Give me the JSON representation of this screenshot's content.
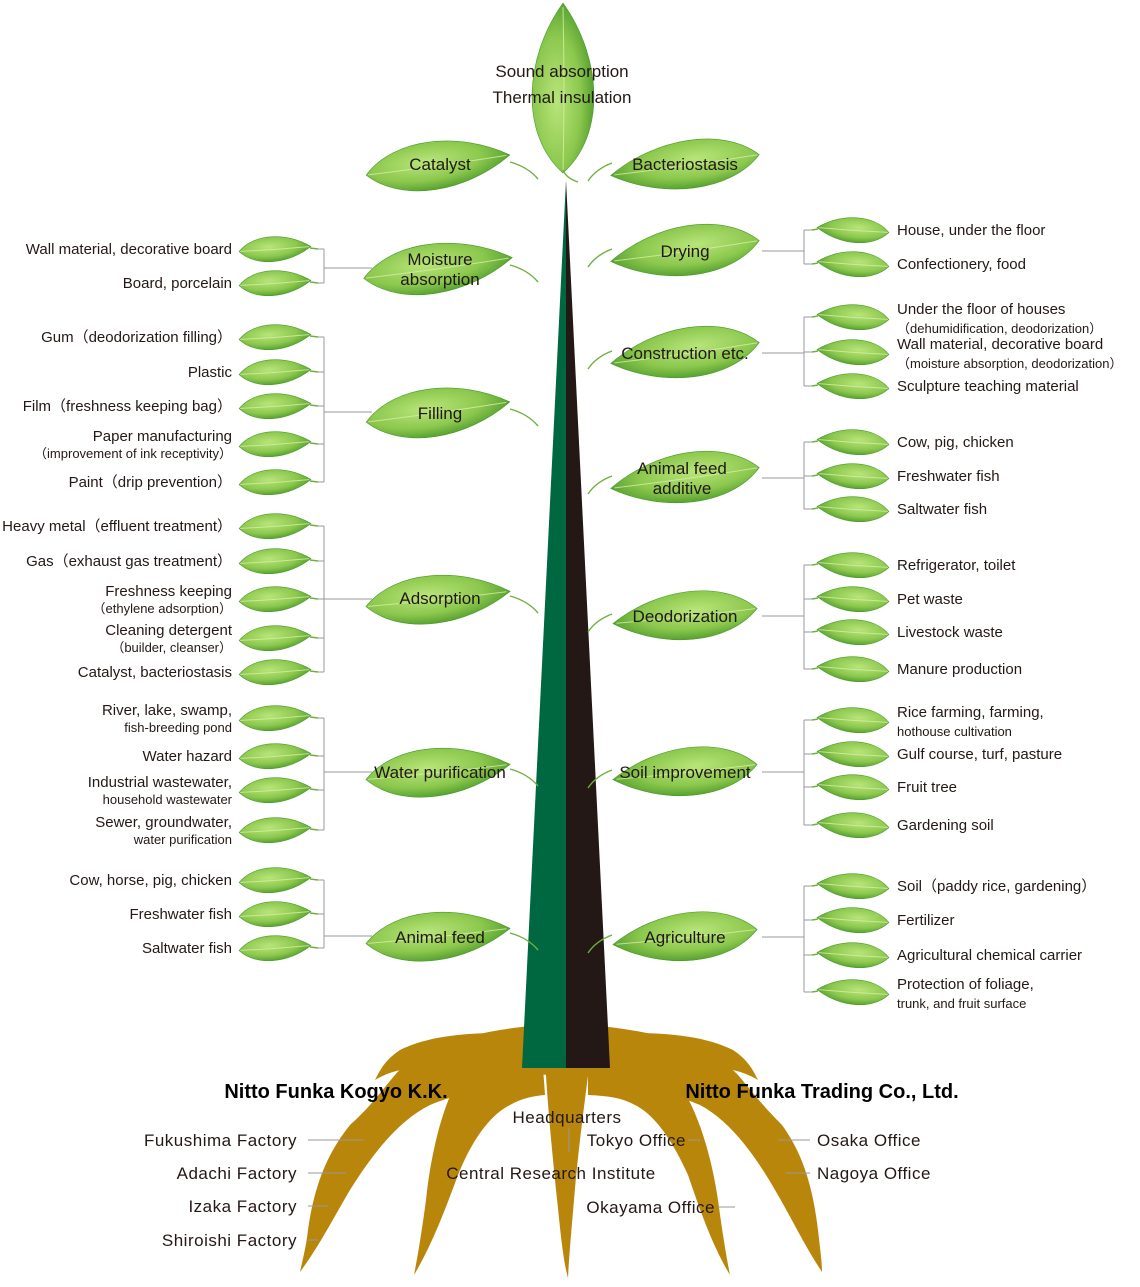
{
  "colors": {
    "leaf_light": "#a6d85e",
    "leaf_dark": "#3f8f23",
    "vein": "#d8eea8",
    "trunk_left": "#006840",
    "trunk_right": "#231815",
    "root": "#b8860b",
    "connector": "#9a9a9a"
  },
  "icons": {
    "leaf": "leaf-icon",
    "trunk": "tree-trunk",
    "roots": "tree-roots"
  },
  "top": {
    "line1": "Sound absorption",
    "line2": "Thermal insulation"
  },
  "left": [
    {
      "label": "Catalyst",
      "items": []
    },
    {
      "label": "Moisture absorption",
      "lines": [
        "Moisture",
        "absorption"
      ],
      "items": [
        {
          "lines": [
            "Wall material, decorative board"
          ]
        },
        {
          "lines": [
            "Board, porcelain"
          ]
        }
      ]
    },
    {
      "label": "Filling",
      "items": [
        {
          "lines": [
            "Gum（deodorization filling）"
          ]
        },
        {
          "lines": [
            "Plastic"
          ]
        },
        {
          "lines": [
            "Film（freshness keeping bag）"
          ]
        },
        {
          "lines": [
            "Paper manufacturing",
            "（improvement of ink receptivity）"
          ]
        },
        {
          "lines": [
            "Paint（drip prevention）"
          ]
        }
      ]
    },
    {
      "label": "Adsorption",
      "items": [
        {
          "lines": [
            "Heavy metal（effluent treatment）"
          ]
        },
        {
          "lines": [
            "Gas（exhaust gas treatment）"
          ]
        },
        {
          "lines": [
            "Freshness keeping",
            "（ethylene adsorption）"
          ]
        },
        {
          "lines": [
            "Cleaning detergent",
            "（builder, cleanser）"
          ]
        },
        {
          "lines": [
            "Catalyst, bacteriostasis"
          ]
        }
      ]
    },
    {
      "label": "Water purification",
      "items": [
        {
          "lines": [
            "River, lake, swamp,",
            "fish-breeding pond"
          ]
        },
        {
          "lines": [
            "Water hazard"
          ]
        },
        {
          "lines": [
            "Industrial wastewater,",
            "household wastewater"
          ]
        },
        {
          "lines": [
            "Sewer, groundwater,",
            "water purification"
          ]
        }
      ]
    },
    {
      "label": "Animal feed",
      "items": [
        {
          "lines": [
            "Cow, horse, pig, chicken"
          ]
        },
        {
          "lines": [
            "Freshwater fish"
          ]
        },
        {
          "lines": [
            "Saltwater fish"
          ]
        }
      ]
    }
  ],
  "right": [
    {
      "label": "Bacteriostasis",
      "items": []
    },
    {
      "label": "Drying",
      "items": [
        {
          "lines": [
            "House, under the floor"
          ]
        },
        {
          "lines": [
            "Confectionery, food"
          ]
        }
      ]
    },
    {
      "label": "Construction etc.",
      "items": [
        {
          "lines": [
            "Under the floor of houses",
            "（dehumidification, deodorization）"
          ]
        },
        {
          "lines": [
            "Wall material, decorative board",
            "（moisture absorption, deodorization）"
          ]
        },
        {
          "lines": [
            "Sculpture teaching material"
          ]
        }
      ]
    },
    {
      "label": "Animal feed additive",
      "lines": [
        "Animal feed",
        "additive"
      ],
      "items": [
        {
          "lines": [
            "Cow, pig, chicken"
          ]
        },
        {
          "lines": [
            "Freshwater fish"
          ]
        },
        {
          "lines": [
            "Saltwater fish"
          ]
        }
      ]
    },
    {
      "label": "Deodorization",
      "items": [
        {
          "lines": [
            "Refrigerator, toilet"
          ]
        },
        {
          "lines": [
            "Pet waste"
          ]
        },
        {
          "lines": [
            "Livestock waste"
          ]
        },
        {
          "lines": [
            "Manure production"
          ]
        }
      ]
    },
    {
      "label": "Soil improvement",
      "items": [
        {
          "lines": [
            "Rice farming, farming,",
            "hothouse cultivation"
          ]
        },
        {
          "lines": [
            "Gulf course, turf, pasture"
          ]
        },
        {
          "lines": [
            "Fruit tree"
          ]
        },
        {
          "lines": [
            "Gardening soil"
          ]
        }
      ]
    },
    {
      "label": "Agriculture",
      "items": [
        {
          "lines": [
            "Soil（paddy rice, gardening）"
          ]
        },
        {
          "lines": [
            "Fertilizer"
          ]
        },
        {
          "lines": [
            "Agricultural chemical carrier"
          ]
        },
        {
          "lines": [
            "Protection of foliage,",
            "trunk, and fruit surface"
          ]
        }
      ]
    }
  ],
  "companies": {
    "left": {
      "name": "Nitto Funka Kogyo K.K.",
      "offices": [
        "Fukushima Factory",
        "Adachi Factory",
        "Izaka Factory",
        "Shiroishi Factory"
      ]
    },
    "right": {
      "name": "Nitto Funka Trading Co., Ltd.",
      "offices": [
        "Osaka Office",
        "Nagoya Office"
      ]
    },
    "center": {
      "headquarters": "Headquarters",
      "offices": [
        "Tokyo Office",
        "Central Research Institute",
        "Okayama Office"
      ]
    }
  }
}
